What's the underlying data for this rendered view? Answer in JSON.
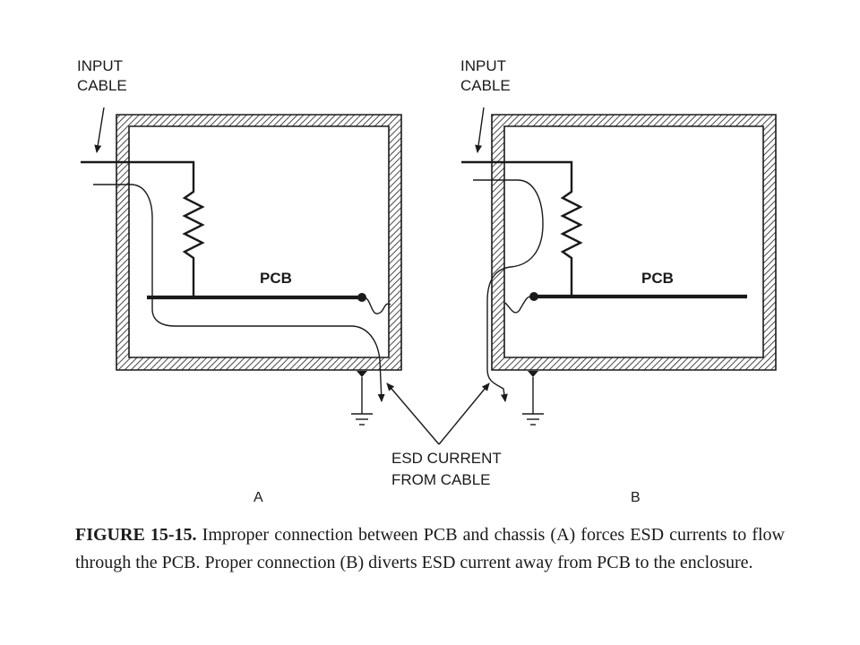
{
  "panel_a": {
    "input_label_line1": "INPUT",
    "input_label_line2": "CABLE",
    "pcb_label": "PCB",
    "letter": "A"
  },
  "panel_b": {
    "input_label_line1": "INPUT",
    "input_label_line2": "CABLE",
    "pcb_label": "PCB",
    "letter": "B"
  },
  "esd_label": {
    "line1": "ESD CURRENT",
    "line2": "FROM CABLE"
  },
  "caption": {
    "figure_number": "FIGURE 15-15.",
    "text": " Improper connection between PCB and chassis (A) forces ESD currents to flow through the PCB. Proper connection (B) diverts ESD current away from PCB to the enclosure."
  }
}
